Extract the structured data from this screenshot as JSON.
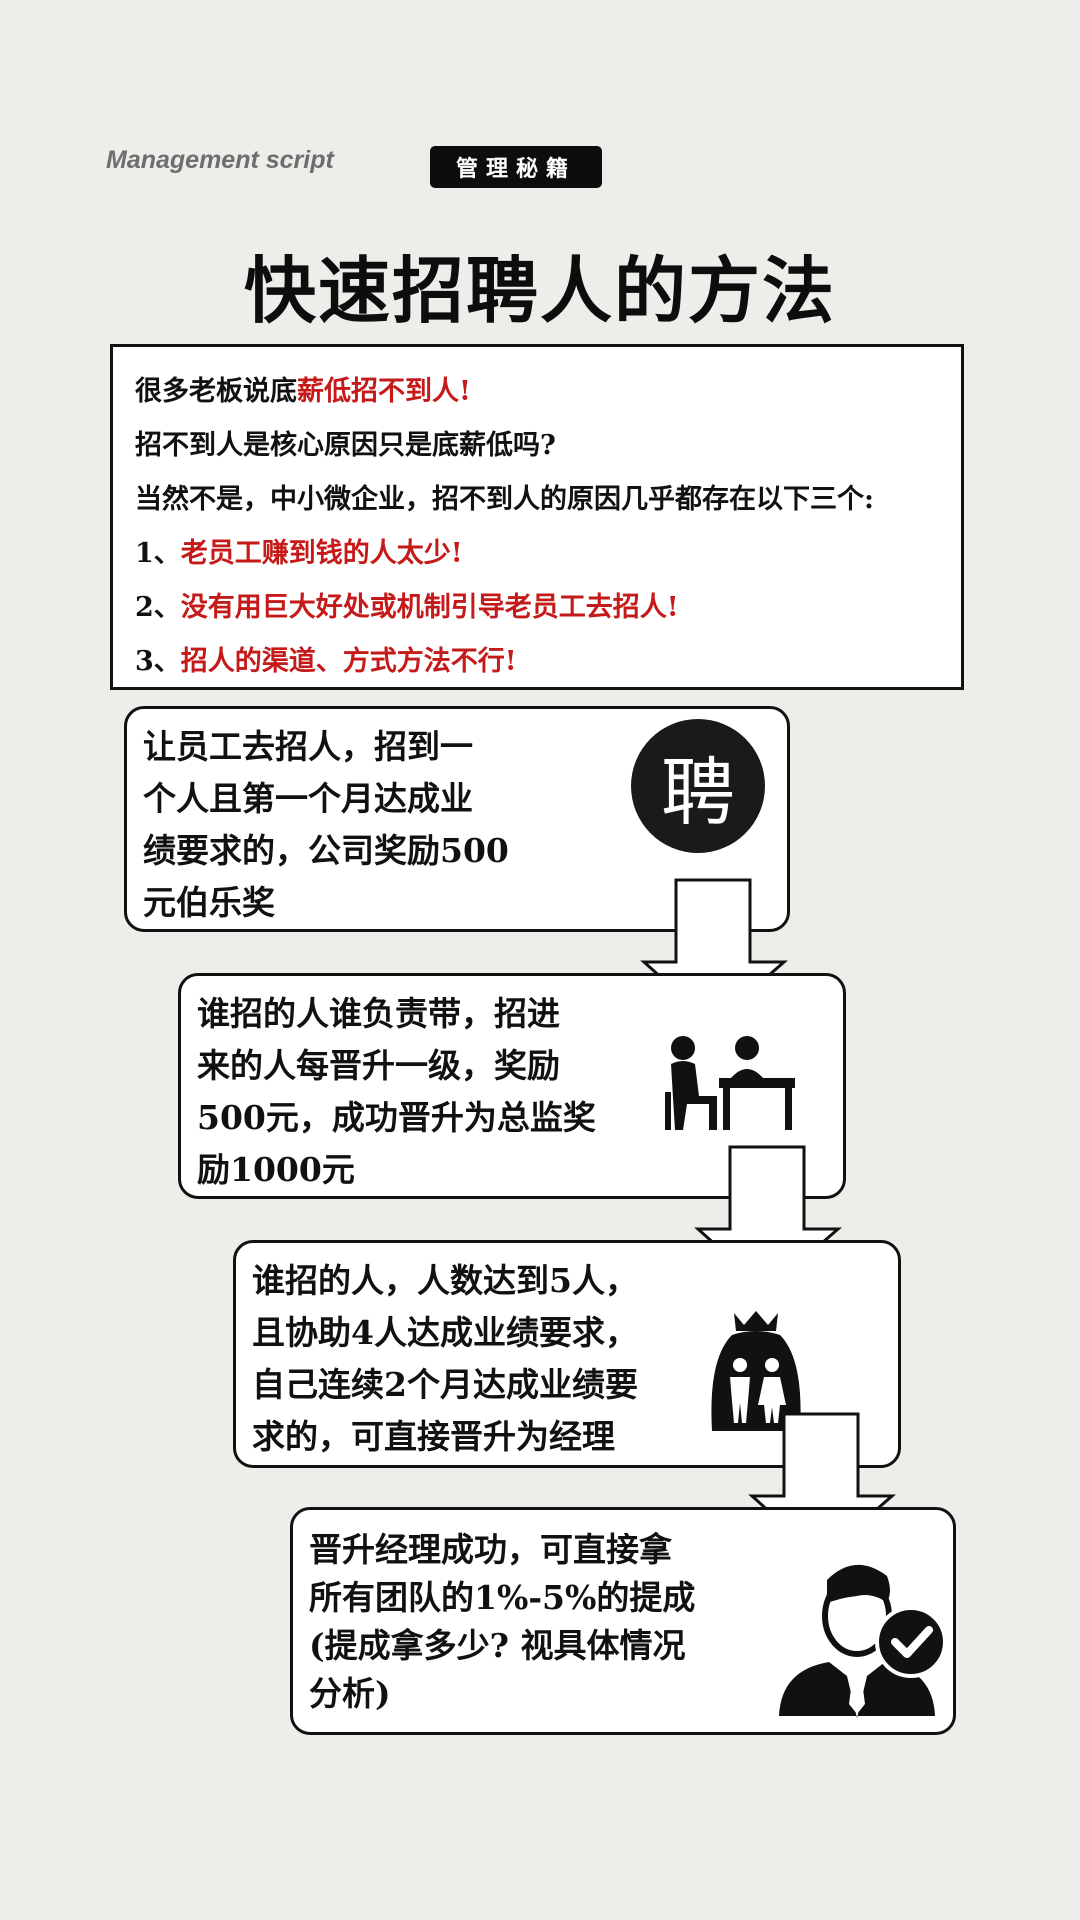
{
  "header": {
    "brand": "Management script",
    "tag": "管理秘籍",
    "title": "快速招聘人的方法"
  },
  "intro": {
    "line1_a": "很多老板说底",
    "line1_b": "薪低招不到人!",
    "line2": "招不到人是核心原因只是底薪低吗?",
    "line3": "当然不是，中小微企业，招不到人的原因几乎都存在以下三个:",
    "reasons": [
      {
        "num": "1、",
        "text": "老员工赚到钱的人太少!"
      },
      {
        "num": "2、",
        "text": "没有用巨大好处或机制引导老员工去招人!"
      },
      {
        "num": "3、",
        "text": "招人的渠道、方式方法不行!"
      }
    ]
  },
  "steps": [
    {
      "lines": [
        "让员工去招人，招到一",
        "个人且第一个月达成业",
        "绩要求的，公司奖励500",
        "元伯乐奖"
      ],
      "icon": "pin-character-circle-icon",
      "icon_char": "聘"
    },
    {
      "lines": [
        "谁招的人谁负责带，招进",
        "来的人每晋升一级，奖励",
        "500元，成功晋升为总监奖",
        "励1000元"
      ],
      "icon": "interview-desk-icon"
    },
    {
      "lines": [
        "谁招的人，人数达到5人，",
        "且协助4人达成业绩要求，",
        "自己连续2个月达成业绩要",
        "求的，可直接晋升为经理"
      ],
      "icon": "crown-team-icon"
    },
    {
      "lines": [
        "晋升经理成功，可直接拿",
        "所有团队的1%-5%的提成",
        "(提成拿多少? 视具体情况",
        "分析)"
      ],
      "icon": "manager-check-icon"
    }
  ],
  "colors": {
    "background": "#efedea",
    "accent_red": "#c41a1a",
    "dark": "#111111"
  }
}
